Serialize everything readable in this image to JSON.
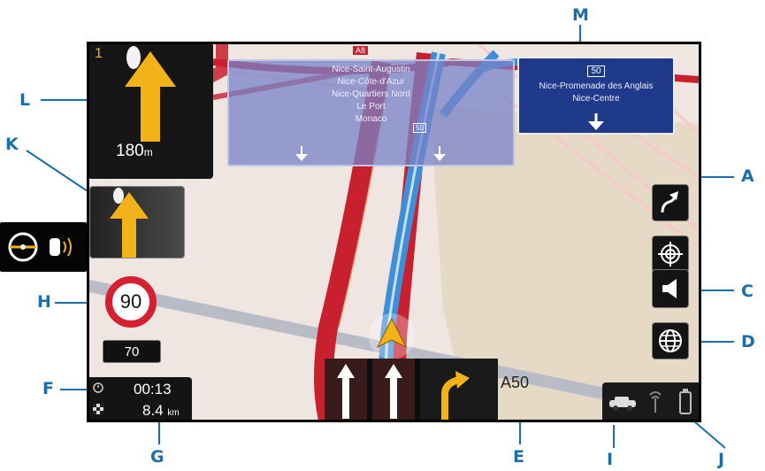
{
  "callouts": {
    "A": "A",
    "C": "C",
    "D": "D",
    "E": "E",
    "F": "F",
    "G": "G",
    "H": "H",
    "I": "I",
    "J": "J",
    "K": "K",
    "L": "L",
    "M": "M"
  },
  "next_turn": {
    "index": "1",
    "distance_value": "180",
    "distance_unit": "m"
  },
  "signpost_left": {
    "lines": [
      "Nice-Saint-Augustin",
      "Nice-Côte-d'Azur",
      "Nice-Quartiers Nord",
      "Le Port",
      "Monaco"
    ],
    "road_badge": "50"
  },
  "signpost_right": {
    "road_badge": "50",
    "line1": "Nice-Promenade des Anglais",
    "line2": "Nice-Centre"
  },
  "speed": {
    "limit": "90",
    "current": "70"
  },
  "trip": {
    "time": "00:13",
    "distance_value": "8.4",
    "distance_unit": "km"
  },
  "road_name": "A50",
  "map_badge": "A8",
  "colors": {
    "route": "#3f8fd6",
    "highway": "#c8202f",
    "arrow": "#f2b318",
    "callout": "#1b6fa8",
    "sign": "#7f86c4",
    "sign_dark": "#1f3a8a"
  },
  "icons": {
    "side_buttons": [
      "route-options-icon",
      "gps-target-icon",
      "speaker-icon",
      "globe-icon"
    ],
    "status": [
      "car-icon",
      "gps-signal-icon",
      "battery-icon"
    ],
    "trip": [
      "clock-icon",
      "checkered-flag-icon"
    ],
    "external": [
      "compass-icon",
      "voice-icon"
    ]
  }
}
